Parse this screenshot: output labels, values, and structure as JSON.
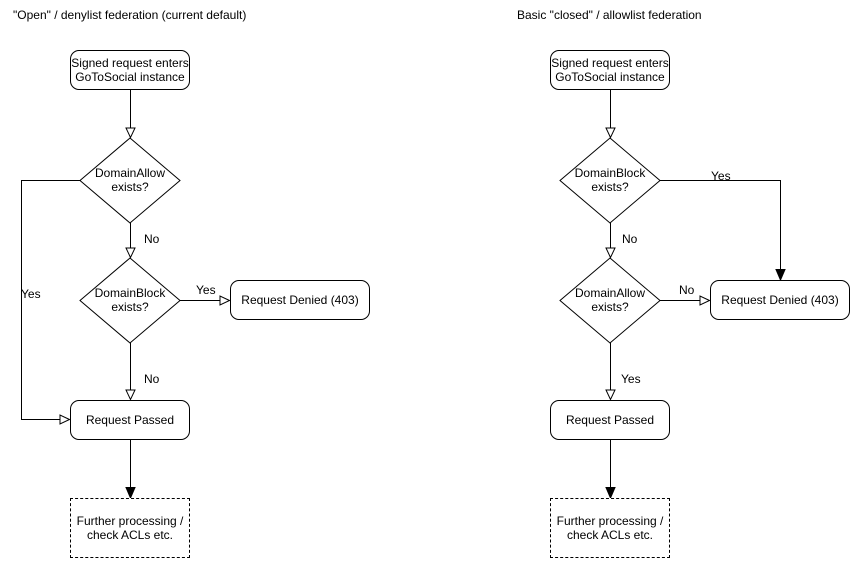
{
  "colors": {
    "stroke": "#000000",
    "node_fill": "#ffffff",
    "canvas_bg": "#ffffff",
    "text": "#000000"
  },
  "left_chart": {
    "title": "\"Open\" / denylist federation (current default)",
    "start": {
      "lines": [
        "Signed request enters",
        "GoToSocial instance"
      ]
    },
    "decision1": {
      "lines": [
        "DomainAllow",
        "exists?"
      ]
    },
    "decision2": {
      "lines": [
        "DomainBlock",
        "exists?"
      ]
    },
    "denied_label": "Request Denied (403)",
    "passed_label": "Request Passed",
    "further": {
      "lines": [
        "Further processing /",
        "check ACLs etc."
      ]
    },
    "edge_labels": {
      "decision1_yes": "Yes",
      "decision1_no": "No",
      "decision2_yes": "Yes",
      "decision2_no": "No"
    }
  },
  "right_chart": {
    "title": "Basic \"closed\" / allowlist federation",
    "start": {
      "lines": [
        "Signed request enters",
        "GoToSocial instance"
      ]
    },
    "decision1": {
      "lines": [
        "DomainBlock",
        "exists?"
      ]
    },
    "decision2": {
      "lines": [
        "DomainAllow",
        "exists?"
      ]
    },
    "denied_label": "Request Denied (403)",
    "passed_label": "Request Passed",
    "further": {
      "lines": [
        "Further processing /",
        "check ACLs etc."
      ]
    },
    "edge_labels": {
      "decision1_yes": "Yes",
      "decision1_no": "No",
      "decision2_no": "No",
      "decision2_yes": "Yes"
    }
  }
}
